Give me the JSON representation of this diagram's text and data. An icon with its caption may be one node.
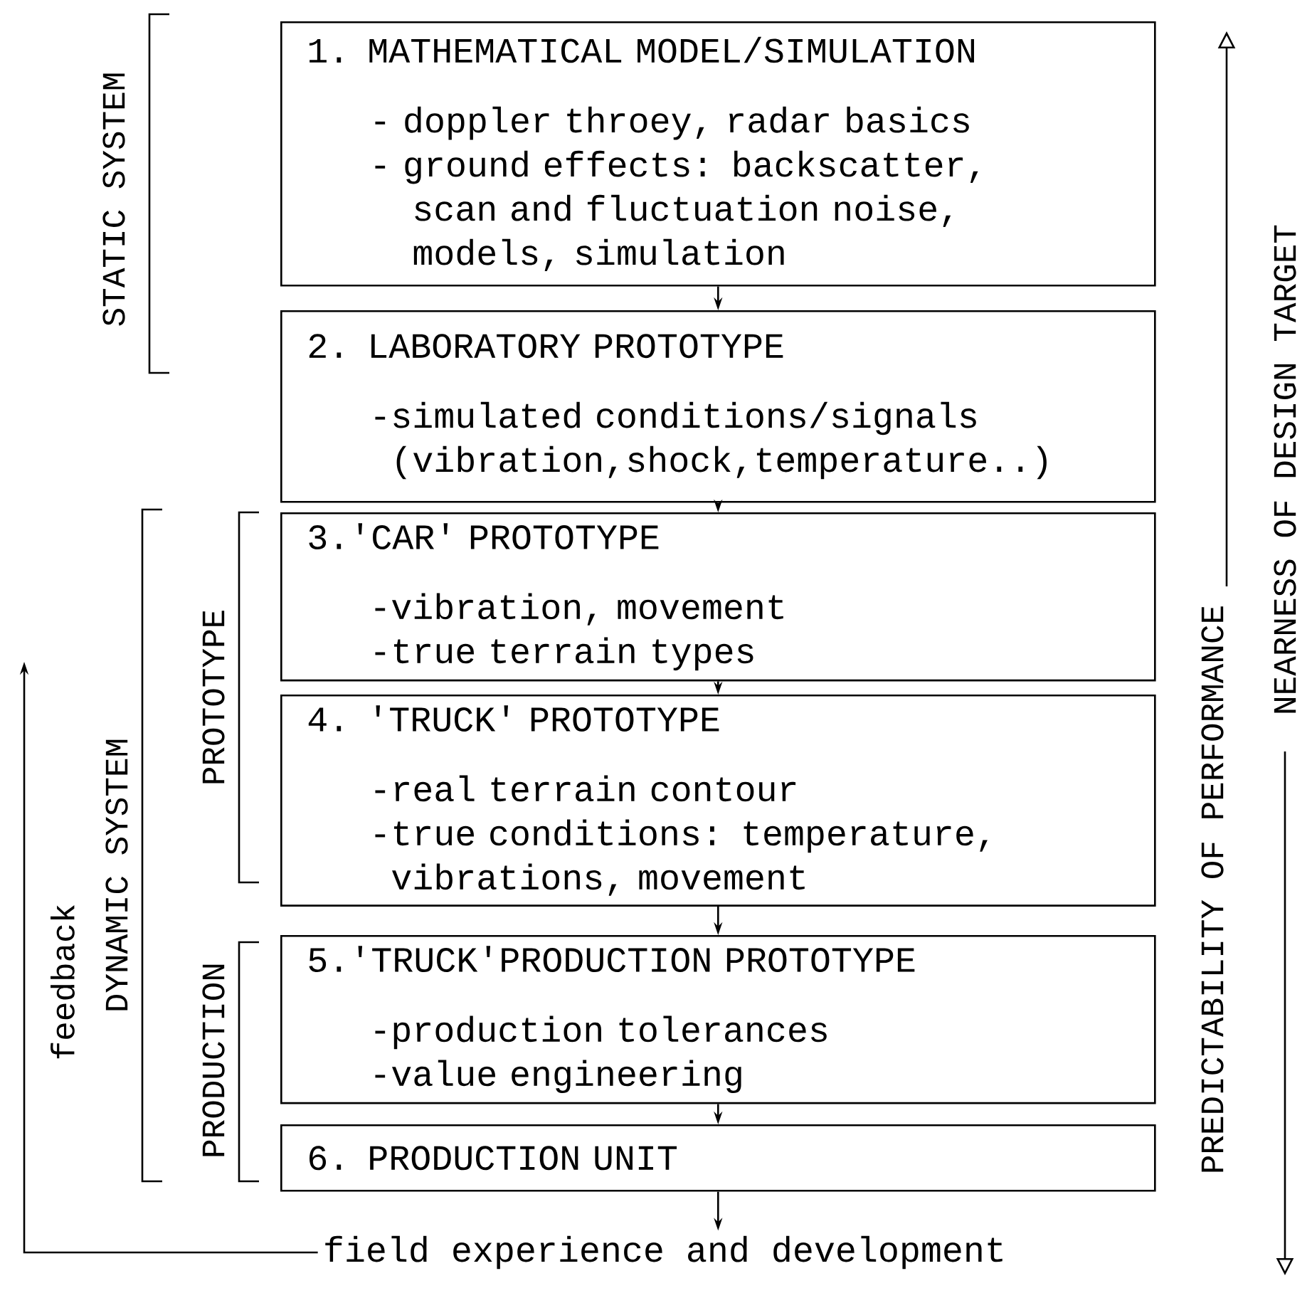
{
  "diagram": {
    "nodes": [
      {
        "text": [
          "1. MATHEMATICAL MODEL/SIMULATION",
          "- doppler throey, radar basics",
          "- ground effects: backscatter, scan and fluctuation noise, models, simulation"
        ]
      },
      {
        "text": [
          "2. LABORATORY PROTOTYPE",
          "-simulated conditions/signals (vibration,shock,temperature..)"
        ]
      },
      {
        "text": [
          "3.'CAR' PROTOTYPE",
          "-vibration, movement",
          "-true terrain types"
        ]
      },
      {
        "text": [
          "4. 'TRUCK' PROTOTYPE",
          "-real terrain contour",
          "-true conditions: temperature, vibrations, movement"
        ]
      },
      {
        "text": [
          "5.'TRUCK'PRODUCTION PROTOTYPE",
          "-production tolerances",
          "-value engineering"
        ]
      },
      {
        "text": [
          "6. PRODUCTION UNIT"
        ]
      },
      {
        "text": [
          "field experience and development"
        ]
      }
    ],
    "edges": [
      {
        "from": 0,
        "to": 1,
        "arrow": "to"
      },
      {
        "from": 1,
        "to": 2,
        "arrow": "to"
      },
      {
        "from": 2,
        "to": 3,
        "arrow": "to"
      },
      {
        "from": 3,
        "to": 4,
        "arrow": "to"
      },
      {
        "from": 4,
        "to": 5,
        "arrow": "to"
      },
      {
        "from": 5,
        "to": 6,
        "arrow": "to"
      },
      {
        "from": 6,
        "to": null,
        "arrow": "to",
        "label": "feedback"
      }
    ],
    "labels": [
      "STATIC SYSTEM",
      "DYNAMIC SYSTEM",
      "PROTOTYPE",
      "PRODUCTION",
      "PREDICTABILITY OF PERFORMANCE",
      "NEARNESS OF DESIGN TARGET"
    ]
  }
}
